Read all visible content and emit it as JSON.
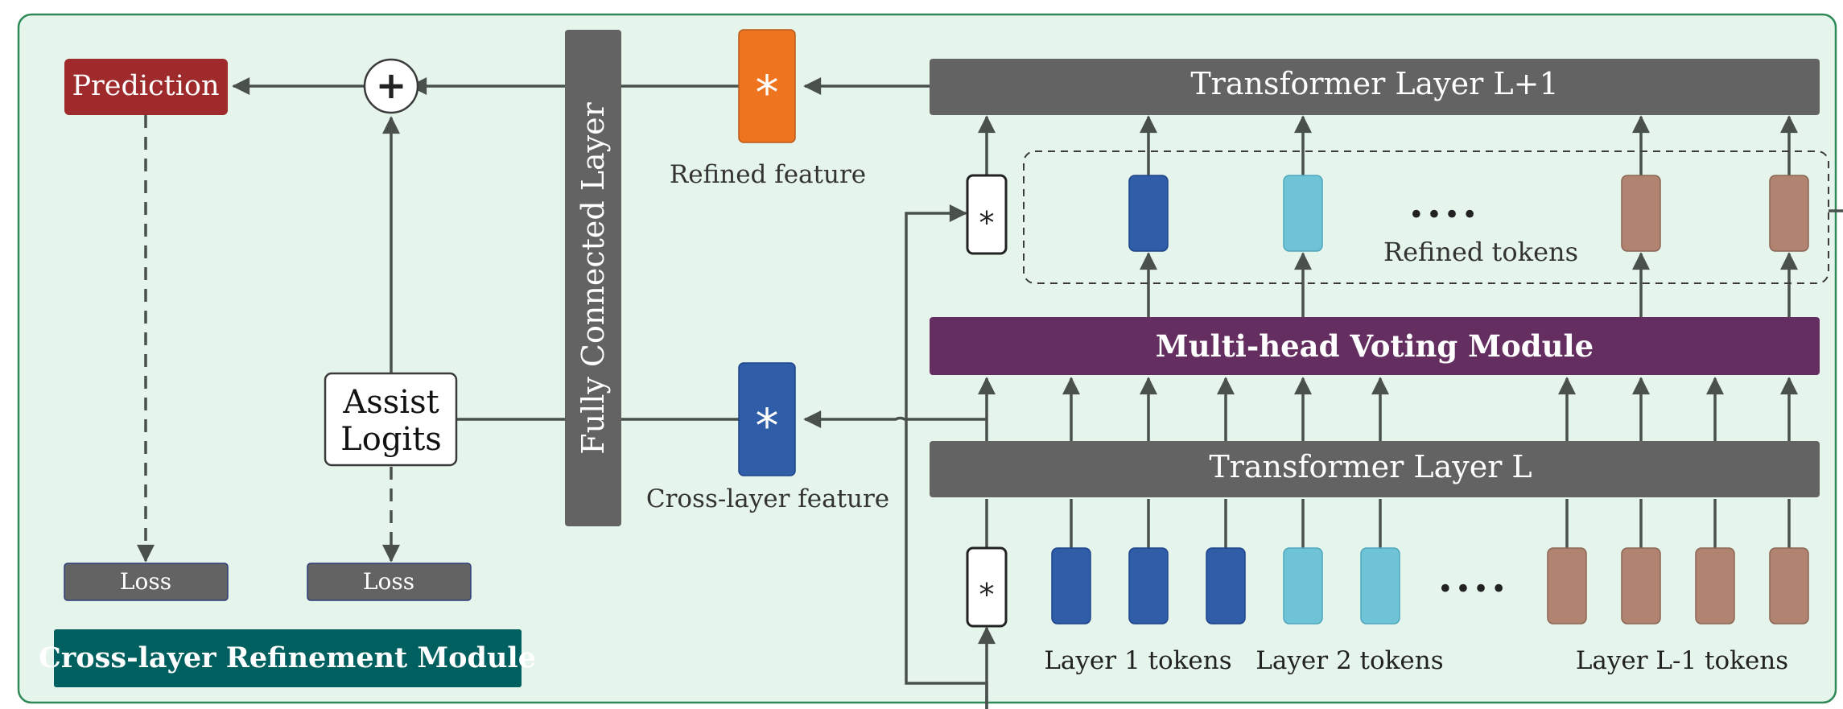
{
  "colors": {
    "panel_bg": "#e6f5ec",
    "panel_border": "#2e8a57",
    "dark_bar": "#636363",
    "voting": "#642f60",
    "prediction": "#9e2a2b",
    "crm_label_bg": "#00605f",
    "blue_token": "#2f5da8",
    "cyan_token": "#6fc3d6",
    "brown_token": "#b08470",
    "orange_feature": "#ef7420",
    "line": "#4a504c"
  },
  "labels": {
    "transformer_top": "Transformer Layer L+1",
    "transformer_bottom": "Transformer Layer L",
    "voting": "Multi-head Voting Module",
    "fc_layer": "Fully Connected Layer",
    "prediction": "Prediction",
    "assist_line1": "Assist",
    "assist_line2": "Logits",
    "loss_left": "Loss",
    "loss_right": "Loss",
    "crm": "Cross-layer Refinement Module",
    "refined_feature": "Refined feature",
    "cross_layer_feature": "Cross-layer feature",
    "refined_tokens": "Refined tokens",
    "layer1_tokens": "Layer 1 tokens",
    "layer2_tokens": "Layer 2 tokens",
    "layerL1_tokens": "Layer L-1 tokens",
    "dots_top": "....",
    "dots_bottom": "....",
    "star": "*",
    "plus": "+"
  }
}
